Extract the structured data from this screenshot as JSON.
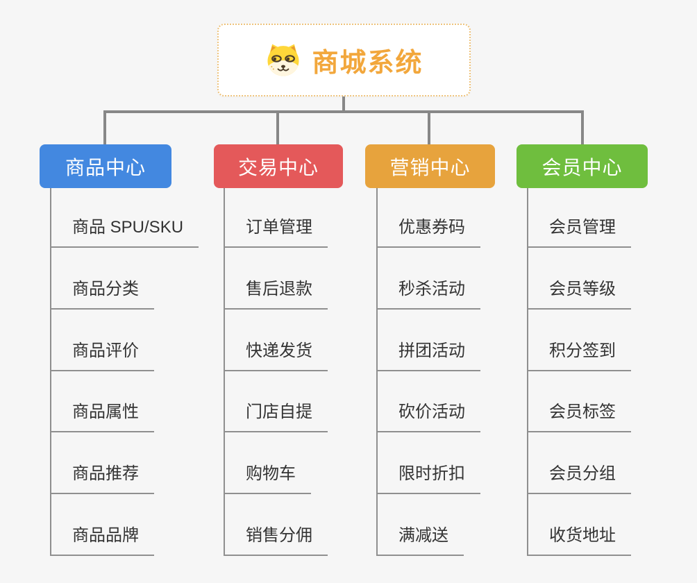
{
  "root": {
    "title": "商城系统",
    "icon": "shiba-dog-icon"
  },
  "branches": [
    {
      "label": "商品中心",
      "color": "#4388e0",
      "items": [
        "商品 SPU/SKU",
        "商品分类",
        "商品评价",
        "商品属性",
        "商品推荐",
        "商品品牌"
      ]
    },
    {
      "label": "交易中心",
      "color": "#e4595a",
      "items": [
        "订单管理",
        "售后退款",
        "快递发货",
        "门店自提",
        "购物车",
        "销售分佣"
      ]
    },
    {
      "label": "营销中心",
      "color": "#e7a33d",
      "items": [
        "优惠券码",
        "秒杀活动",
        "拼团活动",
        "砍价活动",
        "限时折扣",
        "满减送"
      ]
    },
    {
      "label": "会员中心",
      "color": "#6fbe3e",
      "items": [
        "会员管理",
        "会员等级",
        "积分签到",
        "会员标签",
        "会员分组",
        "收货地址"
      ]
    }
  ],
  "colors": {
    "background": "#f6f6f6",
    "connector": "#878787",
    "leaf_line": "#8f8f8f",
    "leaf_text": "#333333",
    "root_text": "#f2a73c",
    "root_border": "#eec27a",
    "root_background": "#ffffff",
    "node_text": "#ffffff"
  }
}
